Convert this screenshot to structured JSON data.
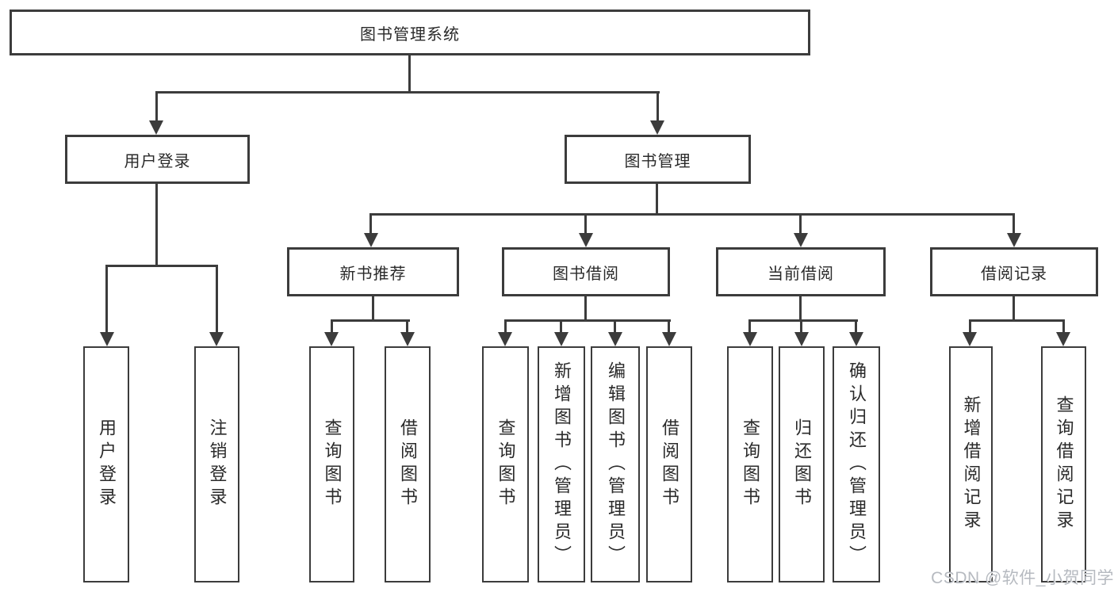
{
  "tree": {
    "label": "图书管理系统",
    "children": [
      {
        "label": "用户登录",
        "children": [
          {
            "label": "用户登录"
          },
          {
            "label": "注销登录"
          }
        ]
      },
      {
        "label": "图书管理",
        "children": [
          {
            "label": "新书推荐",
            "children": [
              {
                "label": "查询图书"
              },
              {
                "label": "借阅图书"
              }
            ]
          },
          {
            "label": "图书借阅",
            "children": [
              {
                "label": "查询图书"
              },
              {
                "label": "新增图书（管理员）"
              },
              {
                "label": "编辑图书（管理员）"
              },
              {
                "label": "借阅图书"
              }
            ]
          },
          {
            "label": "当前借阅",
            "children": [
              {
                "label": "查询图书"
              },
              {
                "label": "归还图书"
              },
              {
                "label": "确认归还（管理员）"
              }
            ]
          },
          {
            "label": "借阅记录",
            "children": [
              {
                "label": "新增借阅记录"
              },
              {
                "label": "查询借阅记录"
              }
            ]
          }
        ]
      }
    ]
  },
  "watermark": "CSDN @软件_小贺同学",
  "colors": {
    "line": "#3c3c3c",
    "box_border": "#3c3c3c",
    "text": "#2a2a2a",
    "watermark": "#b6bac0",
    "background": "#ffffff"
  }
}
